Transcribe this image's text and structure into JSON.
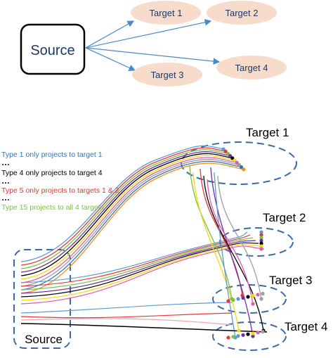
{
  "top": {
    "source_label": "Source",
    "targets": [
      "Target 1",
      "Target 2",
      "Target 3",
      "Target 4"
    ]
  },
  "bottom": {
    "source_label": "Source",
    "targets": [
      "Target 1",
      "Target 2",
      "Target 3",
      "Target 4"
    ],
    "legend": [
      {
        "text": "Type 1 only projects to target 1",
        "color": "#2e75b6"
      },
      {
        "text": "Type 4 only projects to target 4",
        "color": "#000000"
      },
      {
        "text": "Type 5 only projects to targets 1 & 2",
        "color": "#e8363a"
      },
      {
        "text": "Type 15 projects to all 4 targets",
        "color": "#7ac142"
      }
    ],
    "ellipsis": "…",
    "fiber_colors": [
      "#5b9bd5",
      "#e8363a",
      "#7ac142",
      "#7030a0",
      "#000000",
      "#f5d90a",
      "#e05bb6",
      "#9e9e9e",
      "#2e75b6",
      "#ff8c1a"
    ]
  },
  "colors": {
    "target_fill": "#f7dccb",
    "arrow": "#4a89c4",
    "dashed": "#3a6aa6"
  }
}
